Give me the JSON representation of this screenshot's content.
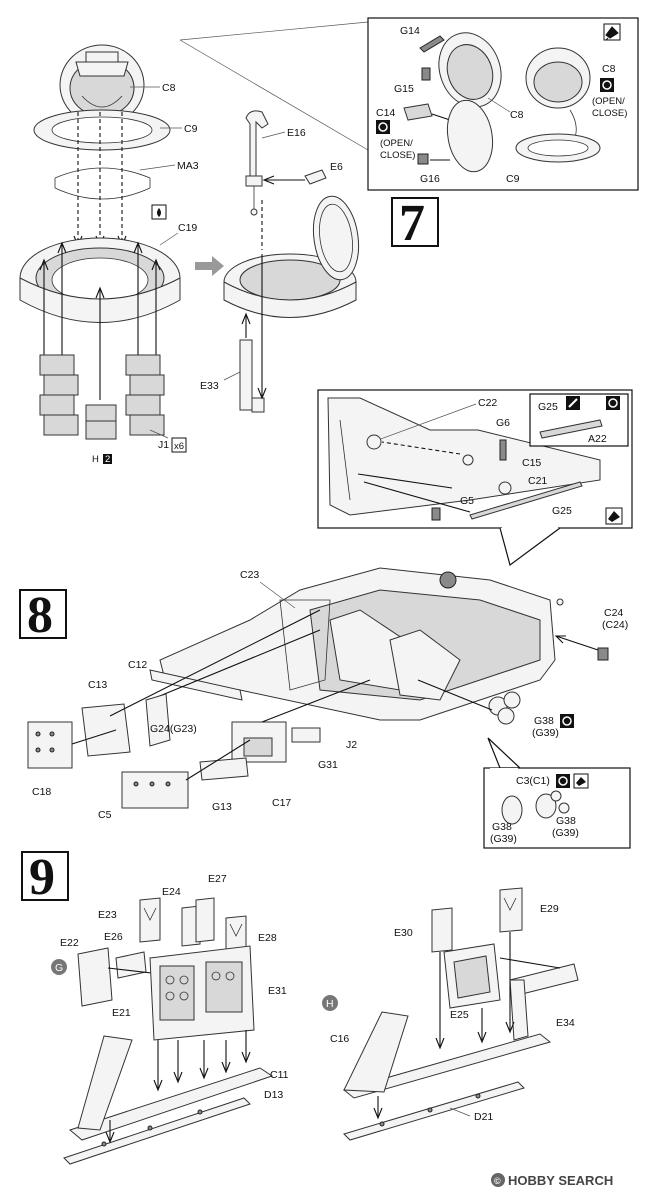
{
  "steps": {
    "s7": "7",
    "s8": "8",
    "s9": "9"
  },
  "labels": {
    "c8": "C8",
    "c9": "C9",
    "ma3": "MA3",
    "c19": "C19",
    "j1": "J1",
    "x6": "x6",
    "e16": "E16",
    "e6": "E6",
    "e33": "E33",
    "g14": "G14",
    "g15": "G15",
    "c14": "C14",
    "g16": "G16",
    "open_close_1a": "(OPEN/",
    "open_close_1b": "CLOSE)",
    "open_close_2a": "(OPEN/",
    "open_close_2b": "CLOSE)",
    "c8b": "C8",
    "c8c": "C8",
    "c9b": "C9",
    "c22": "C22",
    "g6": "G6",
    "g25": "G25",
    "a22": "A22",
    "c15": "C15",
    "c21": "C21",
    "g5": "G5",
    "g25b": "G25",
    "c23": "C23",
    "c24": "C24",
    "c24p": "(C24)",
    "c12": "C12",
    "c13": "C13",
    "g24": "G24(G23)",
    "c18": "C18",
    "j2": "J2",
    "g31": "G31",
    "g13": "G13",
    "c17": "C17",
    "c5": "C5",
    "g38": "G38",
    "g39": "(G39)",
    "c3": "C3(C1)",
    "g38b": "G38",
    "g39b": "(G39)",
    "g38c": "G38",
    "g39c": "(G39)",
    "e23": "E23",
    "e24": "E24",
    "e27": "E27",
    "e28": "E28",
    "e22": "E22",
    "e26": "E26",
    "e21": "E21",
    "e31": "E31",
    "c11": "C11",
    "d13": "D13",
    "e30": "E30",
    "e29": "E29",
    "e25": "E25",
    "e34": "E34",
    "c16": "C16",
    "d21": "D21",
    "g_badge": "G",
    "h_badge": "H",
    "h2": "H",
    "h2num": "2"
  },
  "watermark": {
    "brand": "HOBBY SEARCH"
  },
  "colors": {
    "ink": "#111111",
    "part_fill": "#f4f4f4",
    "shade": "#d8d8d8",
    "dark": "#8a8a8a",
    "badge": "#777777"
  }
}
